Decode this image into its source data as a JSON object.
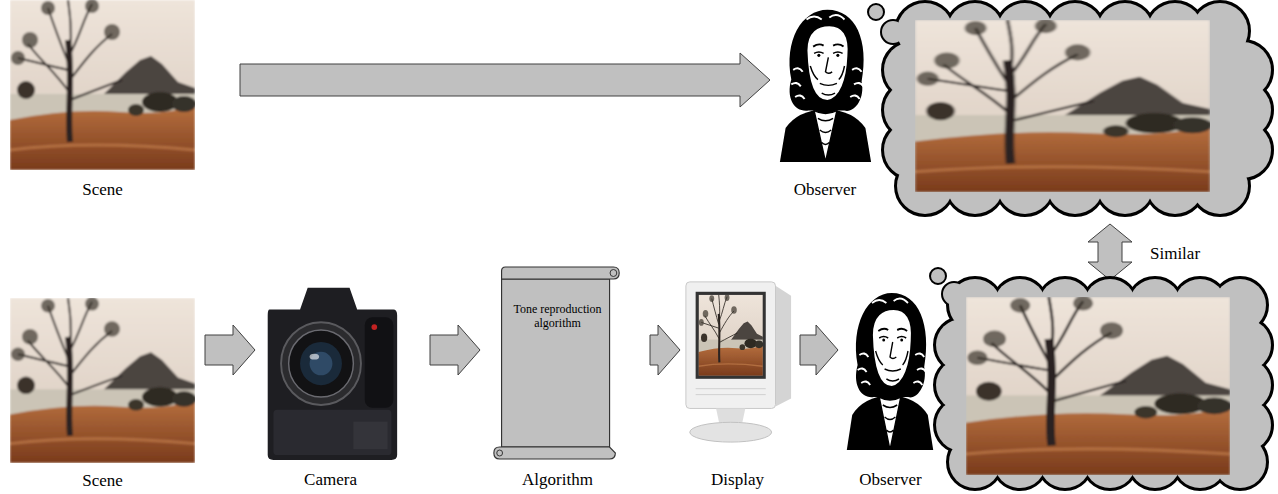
{
  "diagram": {
    "nodes": [
      {
        "text": [
          "Scene"
        ]
      },
      {
        "text": [
          "Observer"
        ]
      },
      {
        "text": [
          "Scene"
        ]
      },
      {
        "text": [
          "Camera"
        ]
      },
      {
        "text": [
          "Tone reproduction algorithm",
          "Algorithm"
        ]
      },
      {
        "text": [
          "Display"
        ]
      },
      {
        "text": [
          "Observer"
        ]
      }
    ],
    "edges": [
      {
        "from": 0,
        "to": 1,
        "arrow": "to"
      },
      {
        "from": 2,
        "to": 3,
        "arrow": "to"
      },
      {
        "from": 3,
        "to": 4,
        "arrow": "to"
      },
      {
        "from": 4,
        "to": 5,
        "arrow": "to"
      },
      {
        "from": 5,
        "to": 6,
        "arrow": "to"
      }
    ],
    "labels": [
      "Similar"
    ]
  }
}
